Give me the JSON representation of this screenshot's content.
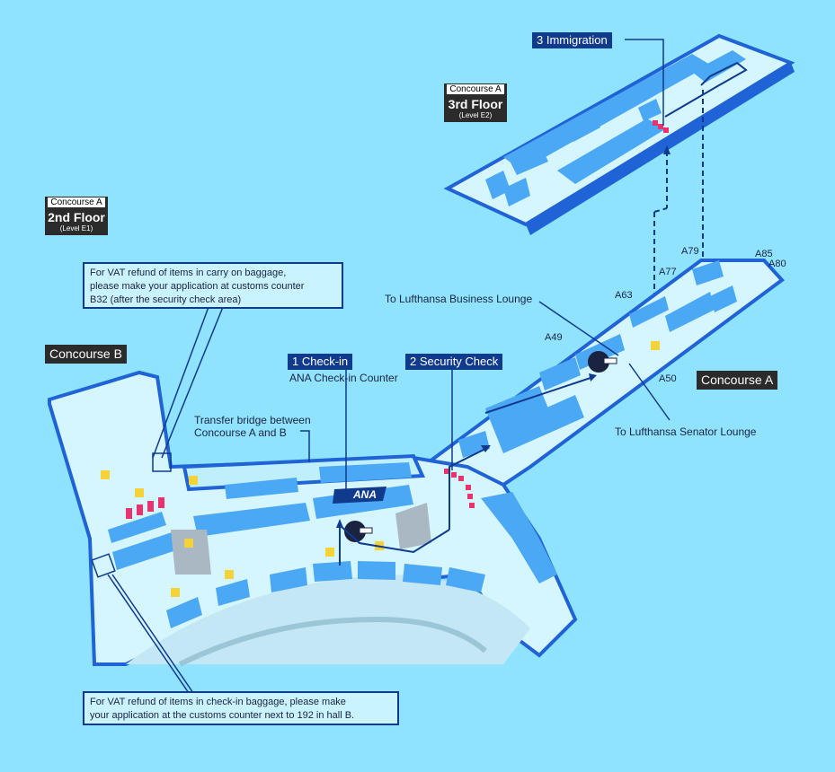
{
  "third_floor": {
    "concourse": "Concourse A",
    "floor": "3rd Floor",
    "level": "(Level E2)"
  },
  "second_floor": {
    "concourse": "Concourse A",
    "floor": "2nd Floor",
    "level": "(Level E1)"
  },
  "steps": {
    "checkin": "1 Check-in",
    "security": "2 Security Check",
    "immigration": "3 Immigration"
  },
  "labels": {
    "ana_counter": "ANA Check-in Counter",
    "transfer_bridge": "Transfer bridge between\nConcourse A and B",
    "business_lounge": "To Lufthansa Business Lounge",
    "senator_lounge": "To Lufthansa Senator Lounge",
    "concourse_a": "Concourse A",
    "concourse_b": "Concourse B",
    "ana_logo": "ANA"
  },
  "notes": {
    "vat_carry_on": "For VAT refund of items in carry on baggage,\nplease make your application at customs counter\nB32 (after the security check area)",
    "vat_checkin": "For VAT refund of items in check-in baggage, please make\nyour application at the customs counter next to 192 in hall B."
  },
  "gates": {
    "a49": "A49",
    "a50": "A50",
    "a63": "A63",
    "a77": "A77",
    "a79": "A79",
    "a80": "A80",
    "a85": "A85"
  },
  "colors": {
    "background": "#8fe3ff",
    "floor": "#d6f6ff",
    "building_light": "#4aa8f5",
    "building_dark": "#1f63d6",
    "route": "#103a8c",
    "counter": "#e8336d",
    "restroom": "#f5d23a"
  }
}
